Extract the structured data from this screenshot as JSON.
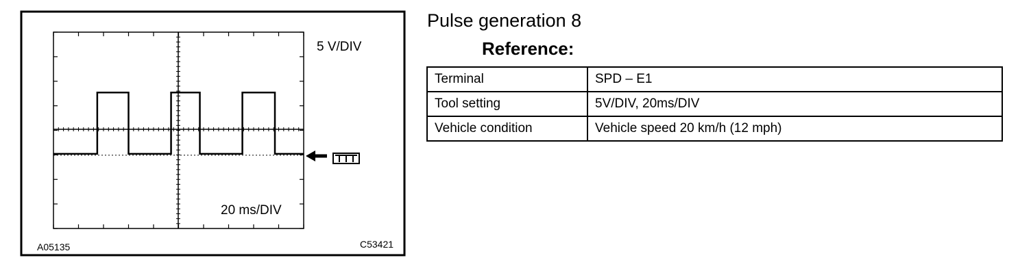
{
  "figure": {
    "volt_scale": "5 V/DIV",
    "time_scale": "20 ms/DIV",
    "ground_symbol": "ground-symbol",
    "code_left": "A05135",
    "code_right": "C53421",
    "waveform": {
      "type": "square-pulse",
      "levels_div": {
        "low": -1,
        "high": 1.5
      },
      "pulses_div": [
        [
          1.75,
          3
        ],
        [
          4.7,
          5.85
        ],
        [
          7.55,
          8.85
        ]
      ]
    }
  },
  "section": {
    "title": "Pulse generation 8",
    "subtitle": "Reference:"
  },
  "table": {
    "rows": [
      {
        "label": "Terminal",
        "value": "SPD – E1"
      },
      {
        "label": "Tool setting",
        "value": "5V/DIV, 20ms/DIV"
      },
      {
        "label": "Vehicle condition",
        "value": "Vehicle speed 20 km/h (12 mph)"
      }
    ]
  }
}
